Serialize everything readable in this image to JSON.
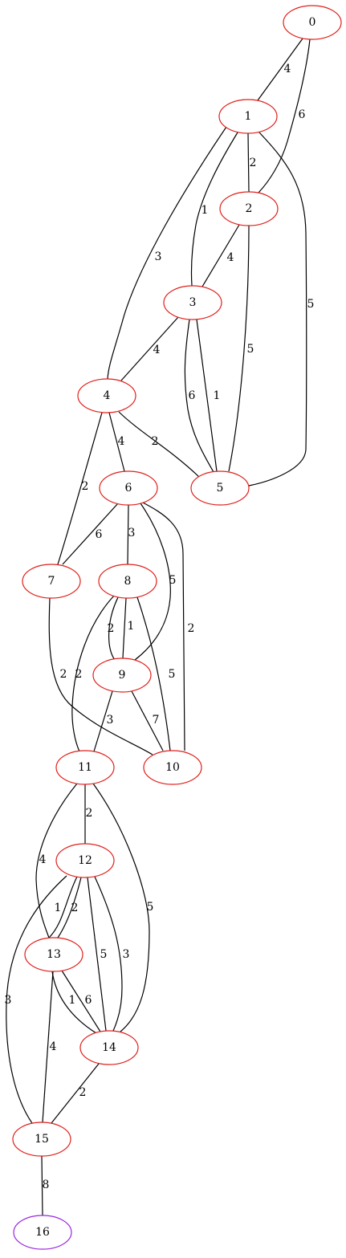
{
  "colors": {
    "default_node_stroke": "#e0201b",
    "terminal_node_stroke": "#9a28e0",
    "edge": "#000000"
  },
  "nodes": [
    {
      "id": "0",
      "label": "0"
    },
    {
      "id": "1",
      "label": "1"
    },
    {
      "id": "2",
      "label": "2"
    },
    {
      "id": "3",
      "label": "3"
    },
    {
      "id": "4",
      "label": "4"
    },
    {
      "id": "5",
      "label": "5"
    },
    {
      "id": "6",
      "label": "6"
    },
    {
      "id": "7",
      "label": "7"
    },
    {
      "id": "8",
      "label": "8"
    },
    {
      "id": "9",
      "label": "9"
    },
    {
      "id": "10",
      "label": "10"
    },
    {
      "id": "11",
      "label": "11"
    },
    {
      "id": "12",
      "label": "12"
    },
    {
      "id": "13",
      "label": "13"
    },
    {
      "id": "14",
      "label": "14"
    },
    {
      "id": "15",
      "label": "15"
    },
    {
      "id": "16",
      "label": "16",
      "terminal": true
    }
  ],
  "edges": [
    {
      "from": "0",
      "to": "1",
      "weight": "4"
    },
    {
      "from": "0",
      "to": "2",
      "weight": "6"
    },
    {
      "from": "1",
      "to": "2",
      "weight": "2"
    },
    {
      "from": "1",
      "to": "3",
      "weight": "1"
    },
    {
      "from": "1",
      "to": "4",
      "weight": "3"
    },
    {
      "from": "1",
      "to": "5",
      "weight": "5"
    },
    {
      "from": "2",
      "to": "3",
      "weight": "4"
    },
    {
      "from": "2",
      "to": "5",
      "weight": "5"
    },
    {
      "from": "3",
      "to": "4",
      "weight": "4"
    },
    {
      "from": "3",
      "to": "5",
      "weight": "6"
    },
    {
      "from": "3",
      "to": "5",
      "weight": "1"
    },
    {
      "from": "4",
      "to": "5",
      "weight": "2"
    },
    {
      "from": "4",
      "to": "6",
      "weight": "4"
    },
    {
      "from": "4",
      "to": "7",
      "weight": "2"
    },
    {
      "from": "6",
      "to": "7",
      "weight": "6"
    },
    {
      "from": "6",
      "to": "8",
      "weight": "3"
    },
    {
      "from": "6",
      "to": "9",
      "weight": "5"
    },
    {
      "from": "6",
      "to": "10",
      "weight": "2"
    },
    {
      "from": "7",
      "to": "10",
      "weight": "2"
    },
    {
      "from": "8",
      "to": "9",
      "weight": "2"
    },
    {
      "from": "8",
      "to": "9",
      "weight": "1"
    },
    {
      "from": "8",
      "to": "10",
      "weight": "5"
    },
    {
      "from": "8",
      "to": "11",
      "weight": "2"
    },
    {
      "from": "9",
      "to": "10",
      "weight": "7"
    },
    {
      "from": "9",
      "to": "11",
      "weight": "3"
    },
    {
      "from": "11",
      "to": "12",
      "weight": "2"
    },
    {
      "from": "11",
      "to": "13",
      "weight": "4"
    },
    {
      "from": "11",
      "to": "14",
      "weight": "5"
    },
    {
      "from": "12",
      "to": "13",
      "weight": "1"
    },
    {
      "from": "12",
      "to": "13",
      "weight": "2"
    },
    {
      "from": "12",
      "to": "14",
      "weight": "5"
    },
    {
      "from": "12",
      "to": "14",
      "weight": "3"
    },
    {
      "from": "12",
      "to": "15",
      "weight": "3"
    },
    {
      "from": "13",
      "to": "14",
      "weight": "1"
    },
    {
      "from": "13",
      "to": "14",
      "weight": "6"
    },
    {
      "from": "13",
      "to": "15",
      "weight": "4"
    },
    {
      "from": "14",
      "to": "15",
      "weight": "2"
    },
    {
      "from": "15",
      "to": "16",
      "weight": "8"
    }
  ]
}
